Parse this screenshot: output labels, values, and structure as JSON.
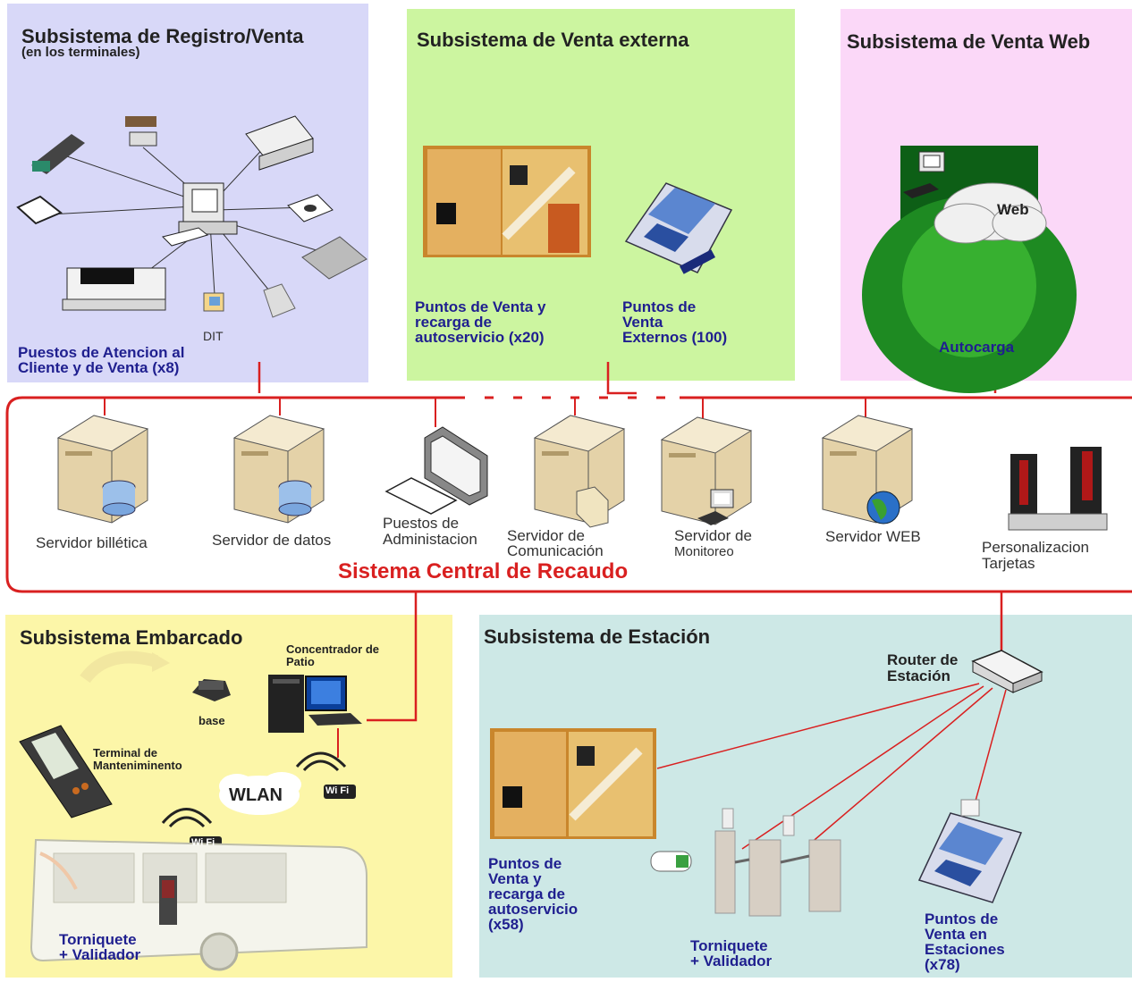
{
  "panels": {
    "registro": {
      "title": "Subsistema de Registro/Venta",
      "subtitle": "(en los terminales)",
      "dit": "DIT",
      "caption_line1": "Puestos de Atencion al",
      "caption_line2": "Cliente y de Venta (x8)"
    },
    "externa": {
      "title": "Subsistema de Venta externa",
      "autoservicio_line1": "Puntos de Venta y",
      "autoservicio_line2": "recarga de",
      "autoservicio_line3": "autoservicio (x20)",
      "externos_line1": "Puntos de",
      "externos_line2": "Venta",
      "externos_line3": "Externos (100)"
    },
    "web": {
      "title": "Subsistema de Venta Web",
      "cloud": "Web",
      "caption": "Autocarga"
    },
    "central": {
      "title": "Sistema Central de Recaudo",
      "servidor_billetica": "Servidor billética",
      "servidor_datos": "Servidor de datos",
      "admin_line1": "Puestos de",
      "admin_line2": "Administacion",
      "comunicacion_line1": "Servidor de",
      "comunicacion_line2": "Comunicación",
      "monitoreo_line1": "Servidor de",
      "monitoreo_line2": "Monitoreo",
      "web_server": "Servidor WEB",
      "tarjetas_line1": "Personalizacion",
      "tarjetas_line2": "Tarjetas"
    },
    "embarcado": {
      "title": "Subsistema Embarcado",
      "concentrador_line1": "Concentrador de",
      "concentrador_line2": "Patio",
      "base": "base",
      "terminal_line1": "Terminal de",
      "terminal_line2": "Manteniminento",
      "wlan": "WLAN",
      "wifi": "Wi Fi",
      "torniquete_line1": "Torniquete",
      "torniquete_line2": "+ Validador"
    },
    "estacion": {
      "title": "Subsistema de Estación",
      "router_line1": "Router de",
      "router_line2": "Estación",
      "autoservicio_line1": "Puntos de",
      "autoservicio_line2": "Venta y",
      "autoservicio_line3": "recarga de",
      "autoservicio_line4": "autoservicio",
      "autoservicio_line5": "(x58)",
      "torniquete_line1": "Torniquete",
      "torniquete_line2": "+ Validador",
      "estaciones_line1": "Puntos de",
      "estaciones_line2": "Venta en",
      "estaciones_line3": "Estaciones",
      "estaciones_line4": "(x78)"
    }
  },
  "colors": {
    "registro_bg": "#d8d8f8",
    "externa_bg": "#ccf5a0",
    "web_bg": "#fbd8f8",
    "embarcado_bg": "#fcf6a8",
    "estacion_bg": "#cde8e6",
    "link_red": "#d92020"
  }
}
